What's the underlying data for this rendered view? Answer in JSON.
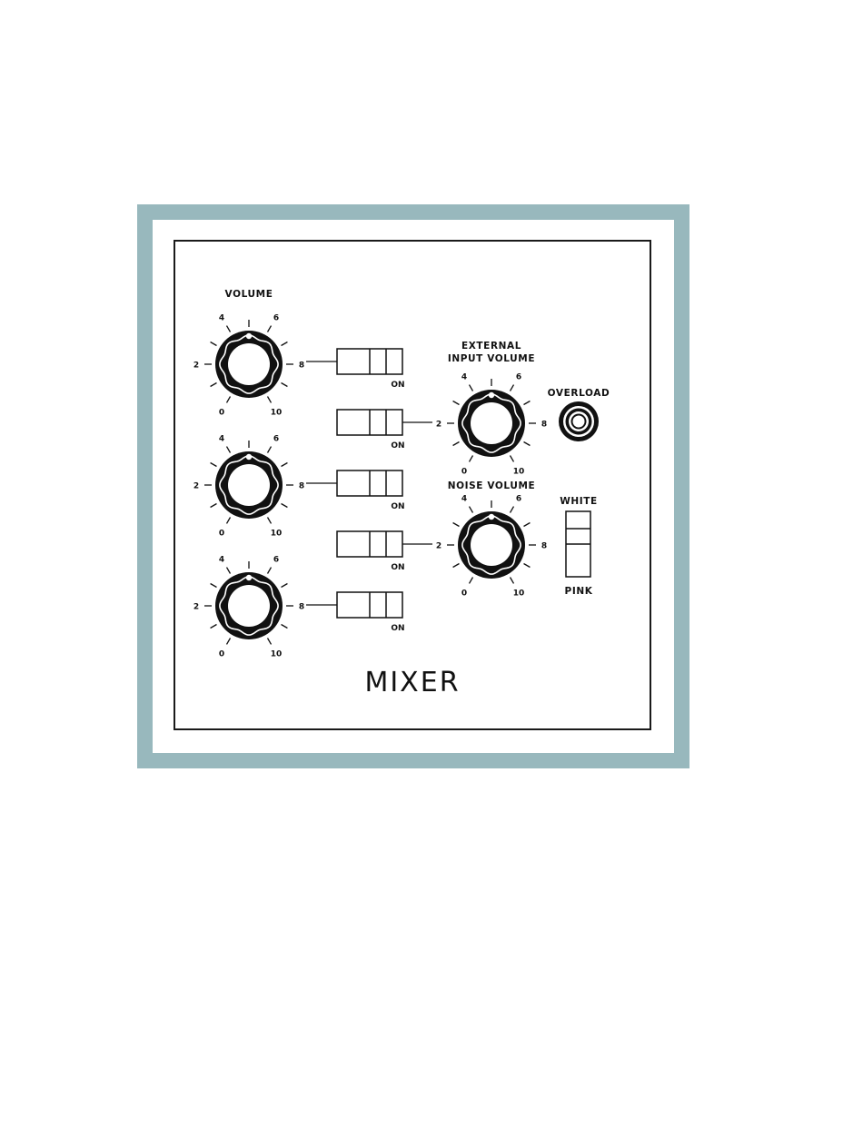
{
  "panel": {
    "title": "MIXER",
    "frame_color": "#98b8bd",
    "ink_color": "#111111"
  },
  "labels": {
    "volume": "VOLUME",
    "external_line1": "EXTERNAL",
    "external_line2": "INPUT VOLUME",
    "overload": "OVERLOAD",
    "noise_volume": "NOISE VOLUME",
    "white": "WHITE",
    "pink": "PINK"
  },
  "dial": {
    "labels": [
      "0",
      "2",
      "4",
      "6",
      "8",
      "10"
    ]
  },
  "knobs": [
    {
      "id": "osc1-volume"
    },
    {
      "id": "osc2-volume"
    },
    {
      "id": "osc3-volume"
    },
    {
      "id": "external-input-volume"
    },
    {
      "id": "noise-volume"
    }
  ],
  "switches": [
    {
      "id": "osc1-switch",
      "label": "ON"
    },
    {
      "id": "external-switch",
      "label": "ON"
    },
    {
      "id": "osc2-switch",
      "label": "ON"
    },
    {
      "id": "noise-switch",
      "label": "ON"
    },
    {
      "id": "osc3-switch",
      "label": "ON"
    }
  ],
  "icons": {
    "overload_lamp": "overload-lamp-icon"
  }
}
